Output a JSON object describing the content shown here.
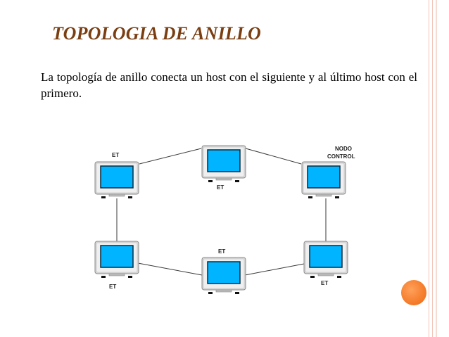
{
  "slide": {
    "title": "TOPOLOGIA DE ANILLO",
    "body": "La topología de anillo conecta un host con el siguiente y al último host con el primero."
  },
  "diagram": {
    "nodes": [
      {
        "id": "n1",
        "label": "ET"
      },
      {
        "id": "n2",
        "label": "ET"
      },
      {
        "id": "n3",
        "label_line1": "NODO",
        "label_line2": "CONTROL"
      },
      {
        "id": "n4",
        "label": "ET"
      },
      {
        "id": "n5",
        "label": "ET"
      },
      {
        "id": "n6",
        "label": "ET"
      }
    ]
  },
  "colors": {
    "title": "#7a3e12",
    "screen": "#00b4ff",
    "accent": "#f47a28",
    "rule": "#f2c4b6"
  }
}
